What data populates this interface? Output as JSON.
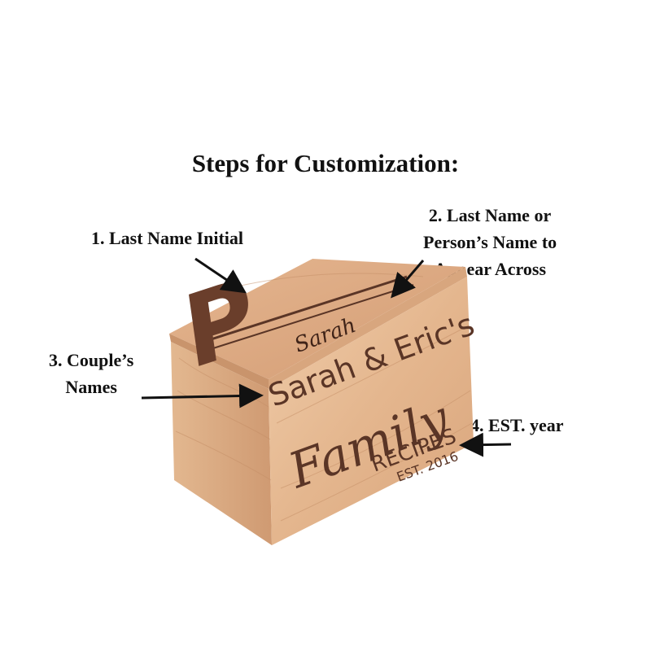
{
  "heading": "Steps for Customization:",
  "callouts": {
    "step1": "1. Last Name Initial",
    "step2_line1": "2. Last Name or",
    "step2_line2": "Person’s Name to",
    "step2_line3": "Appear Across",
    "step3_line1": "3. Couple’s",
    "step3_line2": "Names",
    "step4": "4. EST. year"
  },
  "engraving": {
    "initial": "P",
    "lid_name": "Sarah",
    "couple": "Sarah & Eric's",
    "family": "Family",
    "recipes": "RECIPES",
    "est": "EST. 2016"
  },
  "colors": {
    "wood_light": "#e9c4a0",
    "wood_mid": "#d9a57c",
    "wood_dark": "#b98662",
    "engrave": "#5a3526",
    "arrow": "#111111"
  }
}
